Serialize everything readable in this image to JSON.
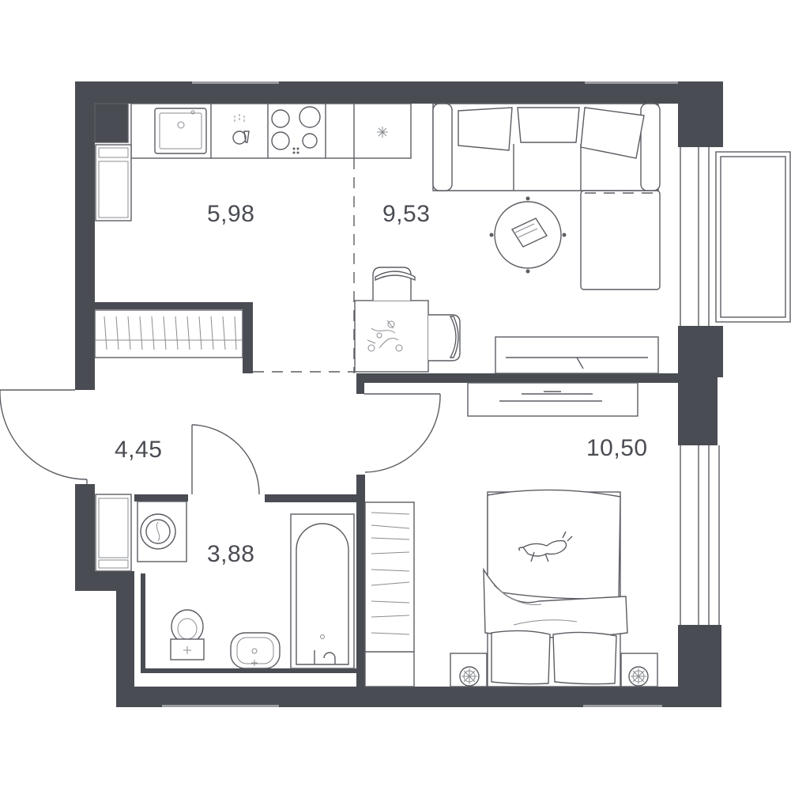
{
  "rooms": [
    {
      "id": "kitchen",
      "area_label": "5,98"
    },
    {
      "id": "living",
      "area_label": "9,53"
    },
    {
      "id": "hall",
      "area_label": "4,45"
    },
    {
      "id": "bathroom",
      "area_label": "3,88"
    },
    {
      "id": "bedroom",
      "area_label": "10,50"
    }
  ],
  "colors": {
    "wall": "#4a4c53",
    "line": "#5b5d63",
    "background": "#ffffff"
  }
}
